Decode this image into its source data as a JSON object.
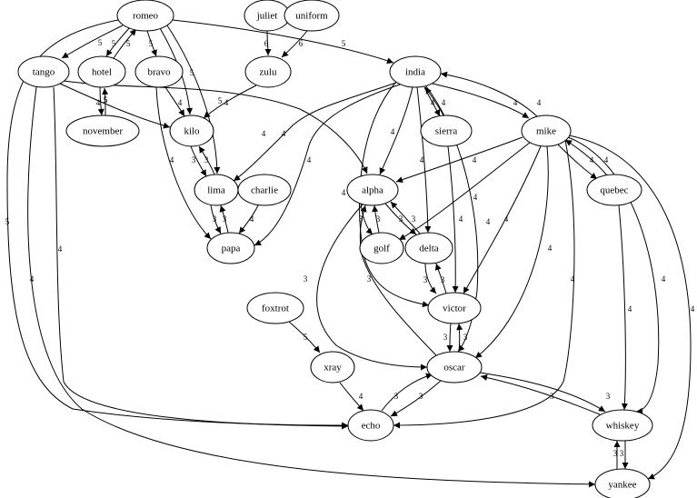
{
  "nodes": {
    "romeo": "romeo",
    "juliet": "juliet",
    "uniform": "uniform",
    "tango": "tango",
    "hotel": "hotel",
    "bravo": "bravo",
    "zulu": "zulu",
    "india": "india",
    "november": "november",
    "kilo": "kilo",
    "sierra": "sierra",
    "mike": "mike",
    "lima": "lima",
    "charlie": "charlie",
    "alpha": "alpha",
    "quebec": "quebec",
    "papa": "papa",
    "golf": "golf",
    "delta": "delta",
    "foxtrot": "foxtrot",
    "victor": "victor",
    "xray": "xray",
    "oscar": "oscar",
    "echo": "echo",
    "whiskey": "whiskey",
    "yankee": "yankee"
  },
  "edges": [
    {
      "id": "romeo-tango",
      "label": "5"
    },
    {
      "id": "romeo-hotel",
      "label": "5"
    },
    {
      "id": "hotel-romeo",
      "label": "5"
    },
    {
      "id": "romeo-bravo",
      "label": "5"
    },
    {
      "id": "romeo-kilo",
      "label": "5"
    },
    {
      "id": "romeo-lima",
      "label": "5"
    },
    {
      "id": "romeo-india",
      "label": "5"
    },
    {
      "id": "romeo-echo",
      "label": "5"
    },
    {
      "id": "juliet-zulu",
      "label": "6"
    },
    {
      "id": "uniform-zulu",
      "label": "6"
    },
    {
      "id": "zulu-kilo",
      "label": "4"
    },
    {
      "id": "tango-kilo",
      "label": "4"
    },
    {
      "id": "tango-alpha",
      "label": "4"
    },
    {
      "id": "tango-echo",
      "label": "4"
    },
    {
      "id": "tango-yankee",
      "label": "4"
    },
    {
      "id": "hotel-november",
      "label": "5"
    },
    {
      "id": "november-hotel",
      "label": "5"
    },
    {
      "id": "bravo-kilo",
      "label": "4"
    },
    {
      "id": "bravo-papa",
      "label": "4"
    },
    {
      "id": "kilo-lima",
      "label": "3"
    },
    {
      "id": "lima-kilo",
      "label": "3"
    },
    {
      "id": "lima-papa",
      "label": "3"
    },
    {
      "id": "papa-lima",
      "label": "3"
    },
    {
      "id": "charlie-papa",
      "label": "4"
    },
    {
      "id": "india-lima",
      "label": "4"
    },
    {
      "id": "india-papa",
      "label": "4"
    },
    {
      "id": "india-alpha",
      "label": "4"
    },
    {
      "id": "india-sierra",
      "label": "4"
    },
    {
      "id": "sierra-india",
      "label": "4"
    },
    {
      "id": "india-mike",
      "label": "4"
    },
    {
      "id": "mike-india",
      "label": "4"
    },
    {
      "id": "india-delta",
      "label": "4"
    },
    {
      "id": "india-victor",
      "label": "4"
    },
    {
      "id": "india-oscar",
      "label": "4"
    },
    {
      "id": "sierra-victor",
      "label": "4"
    },
    {
      "id": "mike-alpha",
      "label": "4"
    },
    {
      "id": "mike-quebec",
      "label": "4"
    },
    {
      "id": "quebec-mike",
      "label": "4"
    },
    {
      "id": "mike-golf",
      "label": "4"
    },
    {
      "id": "mike-victor",
      "label": "4"
    },
    {
      "id": "mike-oscar",
      "label": "4"
    },
    {
      "id": "mike-echo",
      "label": "4"
    },
    {
      "id": "mike-whiskey",
      "label": "4"
    },
    {
      "id": "mike-yankee",
      "label": "4"
    },
    {
      "id": "quebec-whiskey",
      "label": "4"
    },
    {
      "id": "alpha-golf",
      "label": "3"
    },
    {
      "id": "golf-alpha",
      "label": "3"
    },
    {
      "id": "alpha-delta",
      "label": "3"
    },
    {
      "id": "delta-alpha",
      "label": "3"
    },
    {
      "id": "alpha-oscar",
      "label": "3"
    },
    {
      "id": "oscar-alpha",
      "label": "3"
    },
    {
      "id": "delta-victor",
      "label": "3"
    },
    {
      "id": "victor-delta",
      "label": "3"
    },
    {
      "id": "victor-oscar",
      "label": "3"
    },
    {
      "id": "oscar-victor",
      "label": "3"
    },
    {
      "id": "foxtrot-xray",
      "label": "5"
    },
    {
      "id": "xray-echo",
      "label": "4"
    },
    {
      "id": "oscar-echo",
      "label": "3"
    },
    {
      "id": "echo-oscar",
      "label": "3"
    },
    {
      "id": "oscar-whiskey",
      "label": "3"
    },
    {
      "id": "whiskey-oscar",
      "label": "3"
    },
    {
      "id": "whiskey-yankee",
      "label": "3"
    },
    {
      "id": "yankee-whiskey",
      "label": "3"
    }
  ]
}
